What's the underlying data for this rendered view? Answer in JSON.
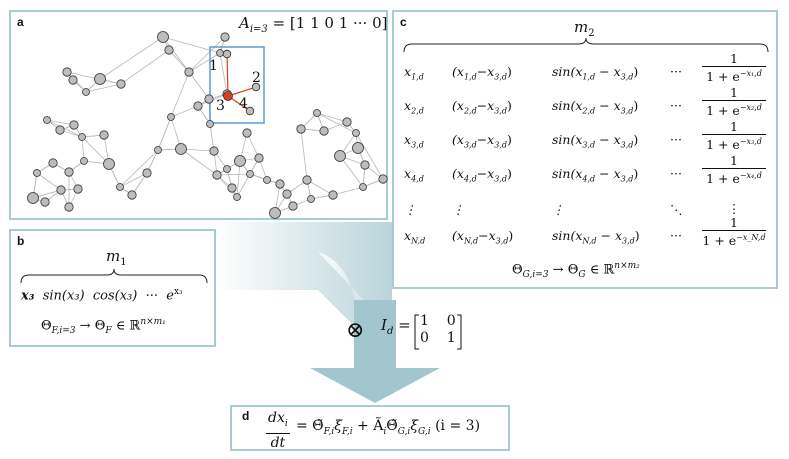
{
  "panel_a": {
    "label": "a",
    "equation_lhs": "A",
    "equation_sub": "i=3",
    "equation_rhs": "= [1  1  0  1  ···  0]",
    "node_labels": [
      "1",
      "2",
      "3",
      "4"
    ]
  },
  "panel_b": {
    "label": "b",
    "brace_label": "m",
    "brace_label_sub": "1",
    "terms": [
      "x₃",
      "sin(x₃)",
      "cos(x₃)",
      "···",
      "e"
    ],
    "exp_sup": "x₃",
    "formula": "Θ",
    "formula_sub": "F,i=3",
    "formula_rest": " → Θ",
    "formula_sub2": "F",
    "formula_tail": " ∈ ℝ",
    "formula_sup": "n×m₁"
  },
  "panel_c": {
    "label": "c",
    "brace_label": "m",
    "brace_label_sub": "2",
    "rows": [
      {
        "c1": "x",
        "c1s": "1,d",
        "c2": "(x",
        "c2s": "1,d",
        "c2r": "−x",
        "c2s2": "3,d",
        "c3": "sin(x",
        "c3s": "1,d",
        "c3r": " − x",
        "c3s2": "3,d",
        "c4": "···",
        "num": "1",
        "den": "1 + e",
        "densup": "−x₁,d"
      },
      {
        "c1": "x",
        "c1s": "2,d",
        "c2": "(x",
        "c2s": "2,d",
        "c2r": "−x",
        "c2s2": "3,d",
        "c3": "sin(x",
        "c3s": "2,d",
        "c3r": " − x",
        "c3s2": "3,d",
        "c4": "···",
        "num": "1",
        "den": "1 + e",
        "densup": "−x₂,d"
      },
      {
        "c1": "x",
        "c1s": "3,d",
        "c2": "(x",
        "c2s": "3,d",
        "c2r": "−x",
        "c2s2": "3,d",
        "c3": "sin(x",
        "c3s": "3,d",
        "c3r": " − x",
        "c3s2": "3,d",
        "c4": "···",
        "num": "1",
        "den": "1 + e",
        "densup": "−x₃,d"
      },
      {
        "c1": "x",
        "c1s": "4,d",
        "c2": "(x",
        "c2s": "4,d",
        "c2r": "−x",
        "c2s2": "3,d",
        "c3": "sin(x",
        "c3s": "4,d",
        "c3r": " − x",
        "c3s2": "3,d",
        "c4": "···",
        "num": "1",
        "den": "1 + e",
        "densup": "−x₄,d"
      },
      {
        "c1": "⋮",
        "c1s": "",
        "c2": "⋮",
        "c2s": "",
        "c2r": "",
        "c2s2": "",
        "c3": "⋮",
        "c3s": "",
        "c3r": "",
        "c3s2": "",
        "c4": "⋱",
        "num": "⋮",
        "den": "",
        "densup": ""
      },
      {
        "c1": "x",
        "c1s": "N,d",
        "c2": "(x",
        "c2s": "N,d",
        "c2r": "−x",
        "c2s2": "3,d",
        "c3": "sin(x",
        "c3s": "N,d",
        "c3r": " − x",
        "c3s2": "3,d",
        "c4": "···",
        "num": "1",
        "den": "1 + e",
        "densup": "−x_N,d"
      }
    ],
    "formula": "Θ",
    "formula_sub": "G,i=3",
    "formula_rest": " → Θ",
    "formula_sub2": "G",
    "formula_tail": " ∈ ℝ",
    "formula_sup": "n×m₂"
  },
  "kron": {
    "symbol": "⊗",
    "lhs": "I",
    "lhs_sub": "d",
    "eq": "=",
    "m11": "1",
    "m12": "0",
    "m21": "0",
    "m22": "1"
  },
  "panel_d": {
    "label": "d",
    "num": "dx",
    "num_sub": "i",
    "den": "dt",
    "rhs": "= Θ̃",
    "s1": "F,i",
    "xi1": "ξ",
    "s2": "F,i",
    "plus": " + Ã",
    "s3": "i",
    "th2": "Θ̃",
    "s4": "G,i",
    "xi2": "ξ",
    "s5": "G,i",
    "tail": "  (i = 3)"
  },
  "colors": {
    "panel_border": "#a9cbd2",
    "arrow": "#a3c6ce",
    "node_fill": "#bdbdbd",
    "highlight_node": "#d9401f",
    "highlight_edge": "#d9401f",
    "highlight_box": "#5b9bd5"
  }
}
